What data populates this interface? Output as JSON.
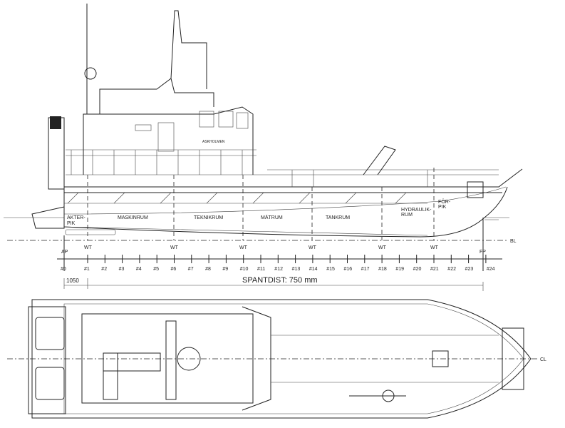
{
  "side_view": {
    "vessel_name": "ASKHOLMEN",
    "compartments": [
      "AKTER-",
      "PIK",
      "MASKINRUM",
      "TEKNIKRUM",
      "MÄTRUM",
      "TANKRUM",
      "HYDRAULIK-",
      "RUM",
      "FÖR-",
      "PIK"
    ],
    "bulkhead_label": "WT",
    "aft_perpendicular": "AP",
    "forward_perpendicular": "FP",
    "baseline": "BL"
  },
  "frames": [
    "#0",
    "#1",
    "#2",
    "#3",
    "#4",
    "#5",
    "#6",
    "#7",
    "#8",
    "#9",
    "#10",
    "#11",
    "#12",
    "#13",
    "#14",
    "#15",
    "#16",
    "#17",
    "#18",
    "#19",
    "#20",
    "#21",
    "#22",
    "#23",
    "#24"
  ],
  "dimensions": {
    "aft_offset": "1050",
    "frame_spacing": "SPANTDIST: 750 mm"
  },
  "plan_view": {
    "centerline": "CL"
  }
}
